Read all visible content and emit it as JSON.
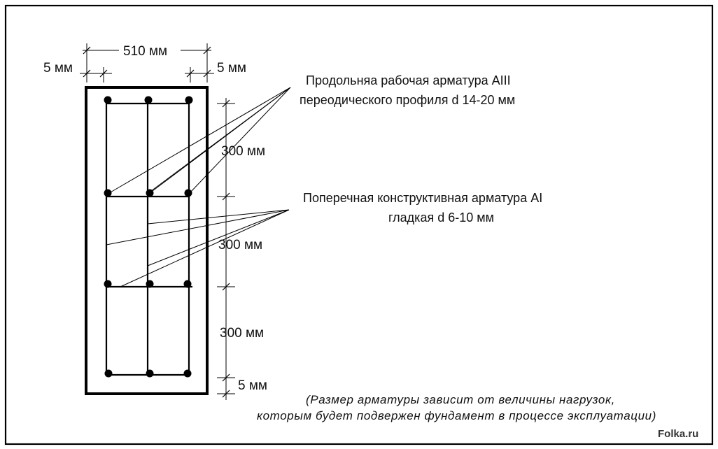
{
  "dimensions": {
    "top_width": "510 мм",
    "cover_left": "5 мм",
    "cover_right": "5 мм",
    "spacing_1": "300 мм",
    "spacing_2": "300 мм",
    "spacing_3": "300 мм",
    "cover_bottom": "5 мм"
  },
  "annotations": {
    "longitudinal_line1": "Продольняа рабочая арматура AIII",
    "longitudinal_line2": "переодического профиля d 14-20 мм",
    "transverse_line1": "Поперечная конструктивная арматура AI",
    "transverse_line2": "гладкая d 6-10 мм"
  },
  "footnote": {
    "line1": "(Размер арматуры зависит от величины нагрузок,",
    "line2": "которым будет подвержен фундамент в процессе эксплуатации)"
  },
  "watermark": "Folka.ru",
  "colors": {
    "ink": "#000000",
    "background": "#ffffff"
  }
}
